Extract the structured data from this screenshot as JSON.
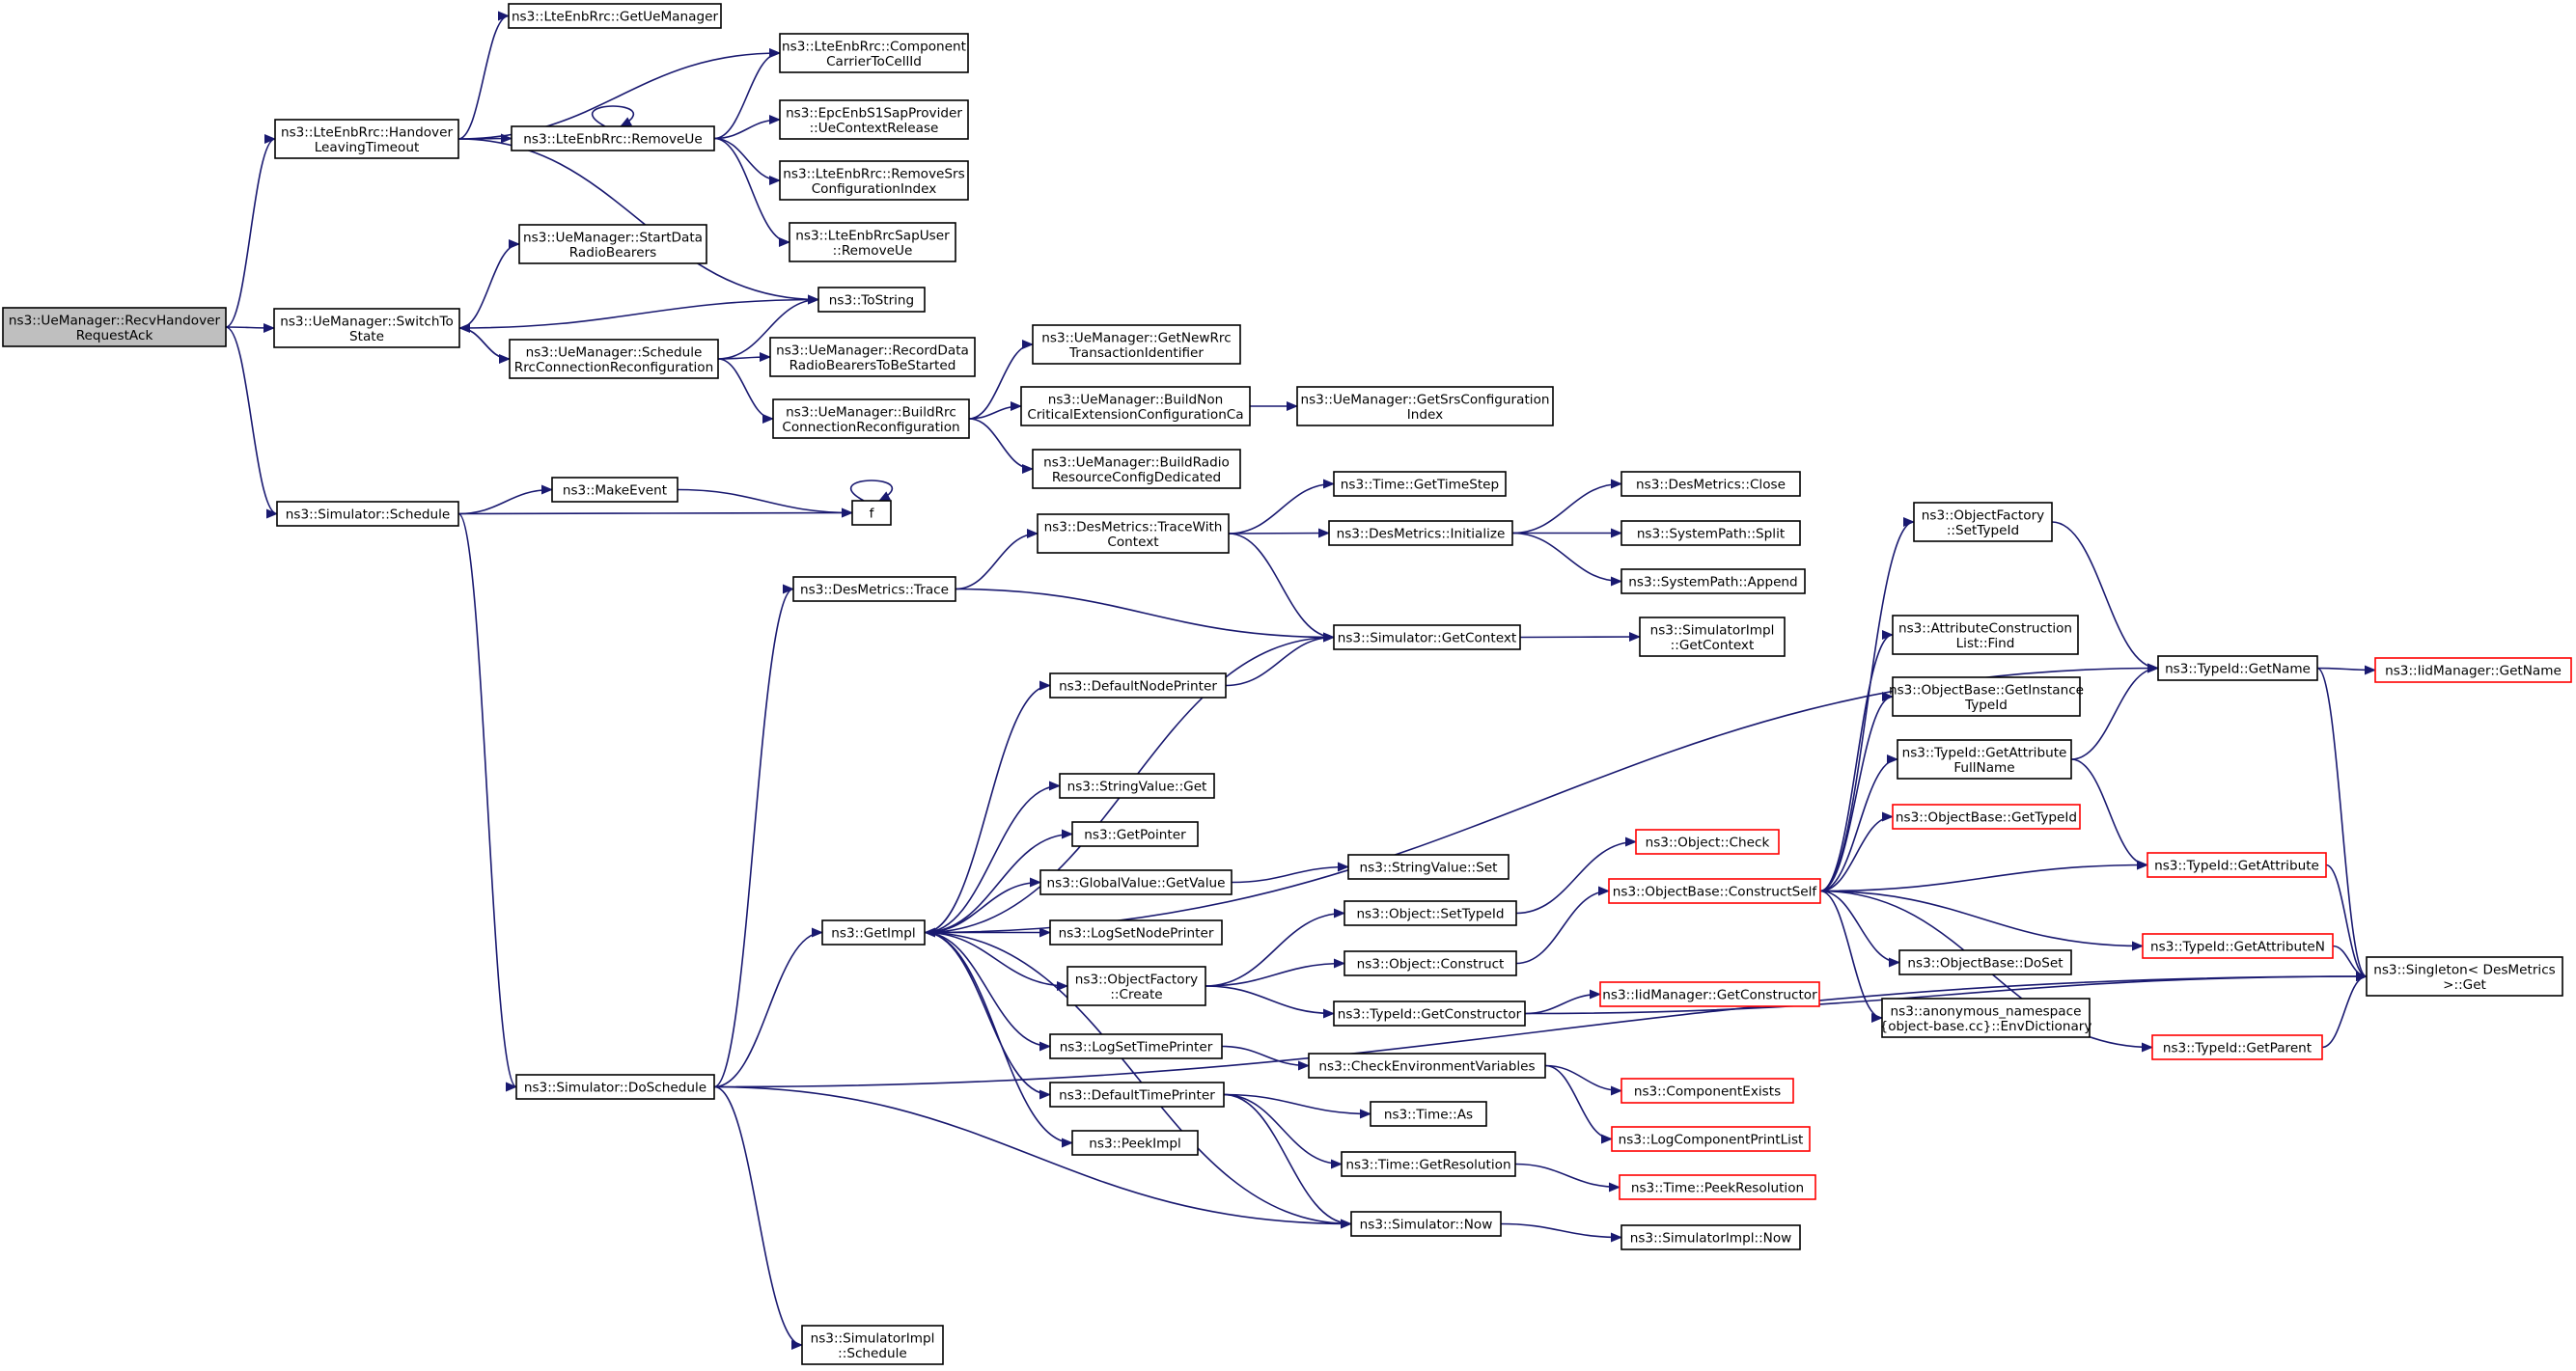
{
  "title": "",
  "nodes": [
    {
      "id": "root",
      "lines": [
        "ns3::UeManager::RecvHandover",
        "RequestAck"
      ],
      "style": "root"
    },
    {
      "id": "getUeManager",
      "lines": [
        "ns3::LteEnbRrc::GetUeManager"
      ]
    },
    {
      "id": "handoverLeaving",
      "lines": [
        "ns3::LteEnbRrc::Handover",
        "LeavingTimeout"
      ]
    },
    {
      "id": "componentCarrier",
      "lines": [
        "ns3::LteEnbRrc::Component",
        "CarrierToCellId"
      ]
    },
    {
      "id": "removeUe",
      "lines": [
        "ns3::LteEnbRrc::RemoveUe"
      ]
    },
    {
      "id": "ueContextRelease",
      "lines": [
        "ns3::EpcEnbS1SapProvider",
        "::UeContextRelease"
      ]
    },
    {
      "id": "removeSrs",
      "lines": [
        "ns3::LteEnbRrc::RemoveSrs",
        "ConfigurationIndex"
      ]
    },
    {
      "id": "sapUserRemoveUe",
      "lines": [
        "ns3::LteEnbRrcSapUser",
        "::RemoveUe"
      ]
    },
    {
      "id": "startData",
      "lines": [
        "ns3::UeManager::StartData",
        "RadioBearers"
      ]
    },
    {
      "id": "switchTo",
      "lines": [
        "ns3::UeManager::SwitchTo",
        "State"
      ]
    },
    {
      "id": "toString",
      "lines": [
        "ns3::ToString"
      ]
    },
    {
      "id": "scheduleRrc",
      "lines": [
        "ns3::UeManager::Schedule",
        "RrcConnectionReconfiguration"
      ]
    },
    {
      "id": "recordData",
      "lines": [
        "ns3::UeManager::RecordData",
        "RadioBearersToBeStarted"
      ]
    },
    {
      "id": "getNewRrc",
      "lines": [
        "ns3::UeManager::GetNewRrc",
        "TransactionIdentifier"
      ]
    },
    {
      "id": "buildRrc",
      "lines": [
        "ns3::UeManager::BuildRrc",
        "ConnectionReconfiguration"
      ]
    },
    {
      "id": "buildNon",
      "lines": [
        "ns3::UeManager::BuildNon",
        "CriticalExtensionConfigurationCa"
      ]
    },
    {
      "id": "getSrsConfig",
      "lines": [
        "ns3::UeManager::GetSrsConfiguration",
        "Index"
      ]
    },
    {
      "id": "buildRadio",
      "lines": [
        "ns3::UeManager::BuildRadio",
        "ResourceConfigDedicated"
      ]
    },
    {
      "id": "simSchedule",
      "lines": [
        "ns3::Simulator::Schedule"
      ]
    },
    {
      "id": "makeEvent",
      "lines": [
        "ns3::MakeEvent"
      ]
    },
    {
      "id": "f",
      "lines": [
        "f"
      ]
    },
    {
      "id": "timeGetTimeStep",
      "lines": [
        "ns3::Time::GetTimeStep"
      ]
    },
    {
      "id": "desClose",
      "lines": [
        "ns3::DesMetrics::Close"
      ]
    },
    {
      "id": "traceWithContext",
      "lines": [
        "ns3::DesMetrics::TraceWith",
        "Context"
      ]
    },
    {
      "id": "desInitialize",
      "lines": [
        "ns3::DesMetrics::Initialize"
      ]
    },
    {
      "id": "sysSplit",
      "lines": [
        "ns3::SystemPath::Split"
      ]
    },
    {
      "id": "sysAppend",
      "lines": [
        "ns3::SystemPath::Append"
      ]
    },
    {
      "id": "desTrace",
      "lines": [
        "ns3::DesMetrics::Trace"
      ]
    },
    {
      "id": "simGetContext",
      "lines": [
        "ns3::Simulator::GetContext"
      ]
    },
    {
      "id": "simImplGetContext",
      "lines": [
        "ns3::SimulatorImpl",
        "::GetContext"
      ]
    },
    {
      "id": "defaultNodePrinter",
      "lines": [
        "ns3::DefaultNodePrinter"
      ]
    },
    {
      "id": "stringValueGet",
      "lines": [
        "ns3::StringValue::Get"
      ]
    },
    {
      "id": "getPointer",
      "lines": [
        "ns3::GetPointer"
      ]
    },
    {
      "id": "globalValueGetValue",
      "lines": [
        "ns3::GlobalValue::GetValue"
      ]
    },
    {
      "id": "stringValueSet",
      "lines": [
        "ns3::StringValue::Set"
      ]
    },
    {
      "id": "getImpl",
      "lines": [
        "ns3::GetImpl"
      ]
    },
    {
      "id": "logSetNodePrinter",
      "lines": [
        "ns3::LogSetNodePrinter"
      ]
    },
    {
      "id": "objectFactoryCreate",
      "lines": [
        "ns3::ObjectFactory",
        "::Create"
      ]
    },
    {
      "id": "objectSetTypeId",
      "lines": [
        "ns3::Object::SetTypeId"
      ]
    },
    {
      "id": "objectCheck",
      "lines": [
        "ns3::Object::Check"
      ],
      "style": "red"
    },
    {
      "id": "objectConstruct",
      "lines": [
        "ns3::Object::Construct"
      ]
    },
    {
      "id": "typeIdGetConstructor",
      "lines": [
        "ns3::TypeId::GetConstructor"
      ]
    },
    {
      "id": "iidGetConstructor",
      "lines": [
        "ns3::IidManager::GetConstructor"
      ],
      "style": "red"
    },
    {
      "id": "logSetTimePrinter",
      "lines": [
        "ns3::LogSetTimePrinter"
      ]
    },
    {
      "id": "checkEnv",
      "lines": [
        "ns3::CheckEnvironmentVariables"
      ]
    },
    {
      "id": "componentExists",
      "lines": [
        "ns3::ComponentExists"
      ],
      "style": "red"
    },
    {
      "id": "logComponentPrintList",
      "lines": [
        "ns3::LogComponentPrintList"
      ],
      "style": "red"
    },
    {
      "id": "defaultTimePrinter",
      "lines": [
        "ns3::DefaultTimePrinter"
      ]
    },
    {
      "id": "timeAs",
      "lines": [
        "ns3::Time::As"
      ]
    },
    {
      "id": "peekImpl",
      "lines": [
        "ns3::PeekImpl"
      ]
    },
    {
      "id": "timeGetResolution",
      "lines": [
        "ns3::Time::GetResolution"
      ]
    },
    {
      "id": "timePeekResolution",
      "lines": [
        "ns3::Time::PeekResolution"
      ],
      "style": "red"
    },
    {
      "id": "simDoSchedule",
      "lines": [
        "ns3::Simulator::DoSchedule"
      ]
    },
    {
      "id": "simNow",
      "lines": [
        "ns3::Simulator::Now"
      ]
    },
    {
      "id": "simImplNow",
      "lines": [
        "ns3::SimulatorImpl::Now"
      ]
    },
    {
      "id": "simImplSchedule",
      "lines": [
        "ns3::SimulatorImpl",
        "::Schedule"
      ]
    },
    {
      "id": "objectFactorySetTypeId",
      "lines": [
        "ns3::ObjectFactory",
        "::SetTypeId"
      ]
    },
    {
      "id": "attrConstructionFind",
      "lines": [
        "ns3::AttributeConstruction",
        "List::Find"
      ]
    },
    {
      "id": "getInstanceTypeId",
      "lines": [
        "ns3::ObjectBase::GetInstance",
        "TypeId"
      ]
    },
    {
      "id": "typeIdGetAttrFullName",
      "lines": [
        "ns3::TypeId::GetAttribute",
        "FullName"
      ]
    },
    {
      "id": "objectBaseGetTypeId",
      "lines": [
        "ns3::ObjectBase::GetTypeId"
      ],
      "style": "red"
    },
    {
      "id": "constructSelf",
      "lines": [
        "ns3::ObjectBase::ConstructSelf"
      ],
      "style": "red"
    },
    {
      "id": "objectBaseDoSet",
      "lines": [
        "ns3::ObjectBase::DoSet"
      ]
    },
    {
      "id": "envDictionary",
      "lines": [
        "ns3::anonymous_namespace",
        "{object-base.cc}::EnvDictionary"
      ]
    },
    {
      "id": "typeIdGetName",
      "lines": [
        "ns3::TypeId::GetName"
      ]
    },
    {
      "id": "iidGetName",
      "lines": [
        "ns3::IidManager::GetName"
      ],
      "style": "red"
    },
    {
      "id": "typeIdGetAttribute",
      "lines": [
        "ns3::TypeId::GetAttribute"
      ],
      "style": "red"
    },
    {
      "id": "typeIdGetAttributeN",
      "lines": [
        "ns3::TypeId::GetAttributeN"
      ],
      "style": "red"
    },
    {
      "id": "typeIdGetParent",
      "lines": [
        "ns3::TypeId::GetParent"
      ],
      "style": "red"
    },
    {
      "id": "singletonGet",
      "lines": [
        "ns3::Singleton< DesMetrics",
        " >::Get"
      ]
    }
  ],
  "edges": [
    [
      "root",
      "handoverLeaving"
    ],
    [
      "root",
      "switchTo"
    ],
    [
      "root",
      "simSchedule"
    ],
    [
      "handoverLeaving",
      "getUeManager"
    ],
    [
      "handoverLeaving",
      "componentCarrier"
    ],
    [
      "handoverLeaving",
      "removeUe"
    ],
    [
      "handoverLeaving",
      "toString"
    ],
    [
      "removeUe",
      "removeUe"
    ],
    [
      "removeUe",
      "componentCarrier"
    ],
    [
      "removeUe",
      "ueContextRelease"
    ],
    [
      "removeUe",
      "removeSrs"
    ],
    [
      "removeUe",
      "sapUserRemoveUe"
    ],
    [
      "switchTo",
      "startData"
    ],
    [
      "switchTo",
      "toString"
    ],
    [
      "switchTo",
      "scheduleRrc"
    ],
    [
      "scheduleRrc",
      "switchTo"
    ],
    [
      "scheduleRrc",
      "toString"
    ],
    [
      "scheduleRrc",
      "recordData"
    ],
    [
      "scheduleRrc",
      "buildRrc"
    ],
    [
      "buildRrc",
      "getNewRrc"
    ],
    [
      "buildRrc",
      "buildNon"
    ],
    [
      "buildRrc",
      "buildRadio"
    ],
    [
      "buildNon",
      "getSrsConfig"
    ],
    [
      "simSchedule",
      "makeEvent"
    ],
    [
      "simSchedule",
      "f"
    ],
    [
      "simSchedule",
      "simDoSchedule"
    ],
    [
      "makeEvent",
      "f"
    ],
    [
      "f",
      "f"
    ],
    [
      "simDoSchedule",
      "desTrace"
    ],
    [
      "simDoSchedule",
      "getImpl"
    ],
    [
      "simDoSchedule",
      "simNow"
    ],
    [
      "simDoSchedule",
      "simImplSchedule"
    ],
    [
      "simDoSchedule",
      "singletonGet"
    ],
    [
      "desTrace",
      "traceWithContext"
    ],
    [
      "desTrace",
      "simGetContext"
    ],
    [
      "traceWithContext",
      "timeGetTimeStep"
    ],
    [
      "traceWithContext",
      "desInitialize"
    ],
    [
      "traceWithContext",
      "simGetContext"
    ],
    [
      "desInitialize",
      "desClose"
    ],
    [
      "desInitialize",
      "sysSplit"
    ],
    [
      "desInitialize",
      "sysAppend"
    ],
    [
      "simGetContext",
      "simImplGetContext"
    ],
    [
      "getImpl",
      "simGetContext"
    ],
    [
      "getImpl",
      "defaultNodePrinter"
    ],
    [
      "getImpl",
      "typeIdGetName"
    ],
    [
      "getImpl",
      "stringValueGet"
    ],
    [
      "getImpl",
      "getPointer"
    ],
    [
      "getImpl",
      "globalValueGetValue"
    ],
    [
      "getImpl",
      "logSetNodePrinter"
    ],
    [
      "getImpl",
      "objectFactoryCreate"
    ],
    [
      "getImpl",
      "logSetTimePrinter"
    ],
    [
      "getImpl",
      "defaultTimePrinter"
    ],
    [
      "getImpl",
      "peekImpl"
    ],
    [
      "defaultNodePrinter",
      "simGetContext"
    ],
    [
      "globalValueGetValue",
      "stringValueSet"
    ],
    [
      "objectFactoryCreate",
      "objectSetTypeId"
    ],
    [
      "objectFactoryCreate",
      "objectConstruct"
    ],
    [
      "objectFactoryCreate",
      "typeIdGetConstructor"
    ],
    [
      "objectSetTypeId",
      "objectCheck"
    ],
    [
      "objectConstruct",
      "constructSelf"
    ],
    [
      "typeIdGetConstructor",
      "iidGetConstructor"
    ],
    [
      "typeIdGetConstructor",
      "singletonGet"
    ],
    [
      "logSetTimePrinter",
      "checkEnv"
    ],
    [
      "checkEnv",
      "componentExists"
    ],
    [
      "checkEnv",
      "logComponentPrintList"
    ],
    [
      "defaultTimePrinter",
      "timeAs"
    ],
    [
      "defaultTimePrinter",
      "timeGetResolution"
    ],
    [
      "defaultTimePrinter",
      "simNow"
    ],
    [
      "timeGetResolution",
      "timePeekResolution"
    ],
    [
      "simNow",
      "simImplNow"
    ],
    [
      "simNow",
      "getImpl"
    ],
    [
      "constructSelf",
      "objectFactorySetTypeId"
    ],
    [
      "constructSelf",
      "attrConstructionFind"
    ],
    [
      "constructSelf",
      "getInstanceTypeId"
    ],
    [
      "constructSelf",
      "typeIdGetAttrFullName"
    ],
    [
      "constructSelf",
      "objectBaseGetTypeId"
    ],
    [
      "constructSelf",
      "typeIdGetAttribute"
    ],
    [
      "constructSelf",
      "objectBaseDoSet"
    ],
    [
      "constructSelf",
      "envDictionary"
    ],
    [
      "constructSelf",
      "typeIdGetAttributeN"
    ],
    [
      "constructSelf",
      "typeIdGetParent"
    ],
    [
      "objectFactorySetTypeId",
      "typeIdGetName"
    ],
    [
      "typeIdGetAttrFullName",
      "typeIdGetName"
    ],
    [
      "typeIdGetAttrFullName",
      "typeIdGetAttribute"
    ],
    [
      "typeIdGetName",
      "iidGetName"
    ],
    [
      "typeIdGetName",
      "singletonGet"
    ],
    [
      "typeIdGetAttribute",
      "singletonGet"
    ],
    [
      "typeIdGetAttributeN",
      "singletonGet"
    ],
    [
      "typeIdGetParent",
      "singletonGet"
    ]
  ]
}
